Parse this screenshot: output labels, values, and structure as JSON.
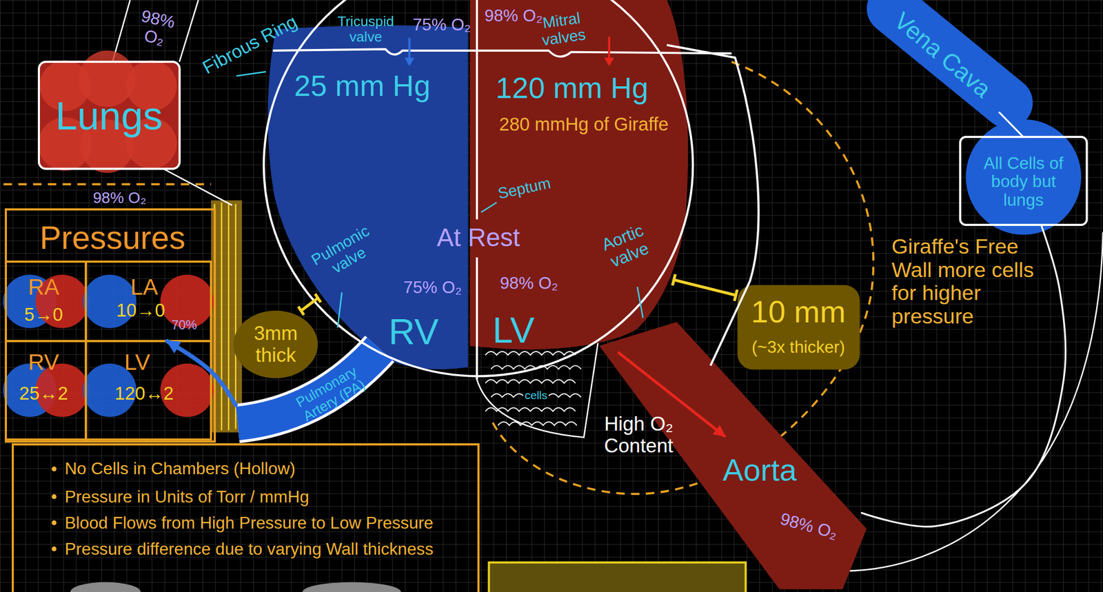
{
  "diagram": {
    "nodes": [
      {
        "text": [
          "Lungs"
        ]
      },
      {
        "text": [
          "25 mm Hg",
          "75% O₂",
          "RV"
        ]
      },
      {
        "text": [
          "120 mm Hg",
          "280 mmHg of Giraffe",
          "98% O₂",
          "LV"
        ]
      },
      {
        "text": [
          "Vena Cava"
        ]
      },
      {
        "text": [
          "All Cells of body but lungs"
        ]
      },
      {
        "text": [
          "Pressures"
        ]
      },
      {
        "text": [
          "RA",
          "5→0"
        ],
        "in": 5
      },
      {
        "text": [
          "LA",
          "10→0"
        ],
        "in": 5
      },
      {
        "text": [
          "RV",
          "25↔2"
        ],
        "in": 5
      },
      {
        "text": [
          "LV",
          "120↔2"
        ],
        "in": 5
      },
      {
        "text": [
          "3mm thick"
        ]
      },
      {
        "text": [
          "10 mm",
          "(~3x thicker)"
        ]
      },
      {
        "text": [
          "Pulmonary Artery (PA)"
        ]
      },
      {
        "text": [
          "Aorta",
          "98% O₂"
        ]
      },
      {
        "text": [
          "No Cells in Chambers (Hollow)",
          "Pressure in Units of Torr / mmHg",
          "Blood Flows from High Pressure to Low Pressure",
          "Pressure difference due to varying Wall thickness"
        ]
      }
    ],
    "edges": [
      {
        "from": 12,
        "to": 7,
        "arrow": "to"
      },
      {
        "from": 2,
        "to": 13,
        "arrow": "to",
        "label": "High O₂ Content"
      },
      {
        "from": 13,
        "to": 4,
        "arrow": "none"
      },
      {
        "from": 4,
        "to": 3,
        "arrow": "none"
      }
    ],
    "labels": [
      "98% O₂",
      "Fibrous Ring",
      "Tricuspid valve",
      "75% O₂",
      "98% O₂",
      "Mitral valves",
      "Septum",
      "At Rest",
      "Pulmonic valve",
      "Aortic valve",
      "cells",
      "98% O₂",
      "70%",
      "Giraffe's Free Wall more cells for higher pressure"
    ]
  }
}
